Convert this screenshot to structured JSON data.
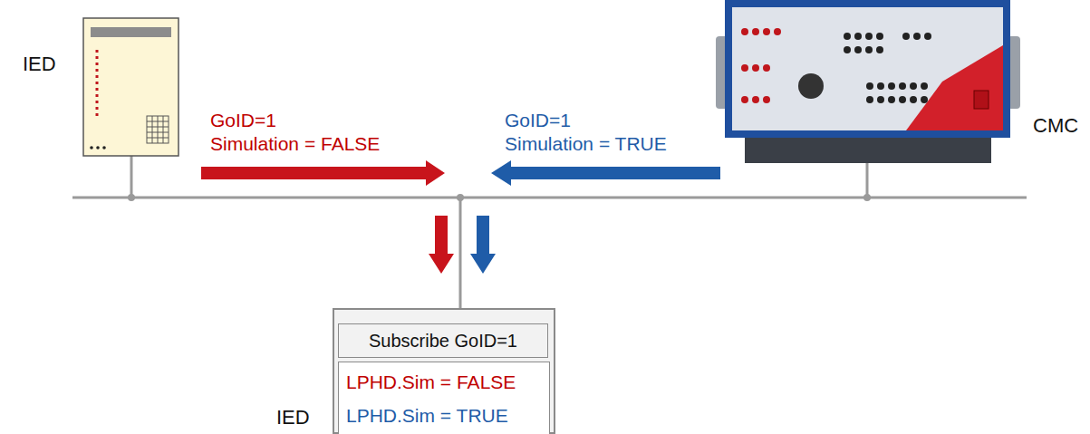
{
  "diagram": {
    "nodes": [
      {
        "text": [
          "IED"
        ]
      },
      {
        "text": [
          "Subscribe GoID=1"
        ],
        "in": 0
      },
      {
        "text": [
          "LPHD.Sim = FALSE",
          "LPHD.Sim = TRUE"
        ],
        "in": 0
      }
    ],
    "labels": [
      "IED",
      "GoID=1",
      "Simulation = FALSE",
      "GoID=1",
      "Simulation = TRUE",
      "CMC"
    ]
  }
}
